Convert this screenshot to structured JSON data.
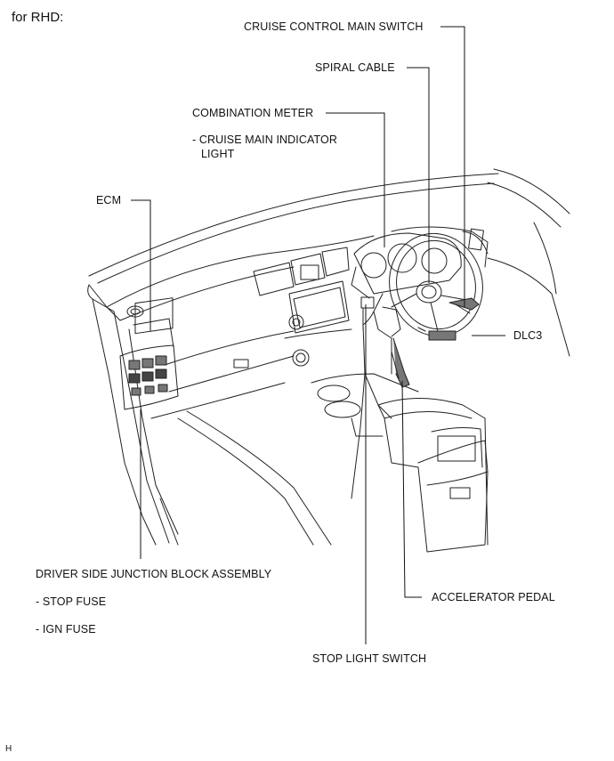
{
  "header": {
    "variant": "for RHD:"
  },
  "labels": {
    "cruise_control_main_switch": "CRUISE CONTROL MAIN SWITCH",
    "spiral_cable": "SPIRAL CABLE",
    "combination_meter": "COMBINATION METER",
    "combination_meter_sub_1": "- CRUISE MAIN INDICATOR",
    "combination_meter_sub_2": "LIGHT",
    "ecm": "ECM",
    "dlc3": "DLC3",
    "driver_side_junction_block": "DRIVER SIDE JUNCTION BLOCK ASSEMBLY",
    "stop_fuse": "- STOP FUSE",
    "ign_fuse": "- IGN FUSE",
    "accelerator_pedal": "ACCELERATOR PEDAL",
    "stop_light_switch": "STOP LIGHT SWITCH"
  },
  "footer": {
    "code": "H"
  }
}
